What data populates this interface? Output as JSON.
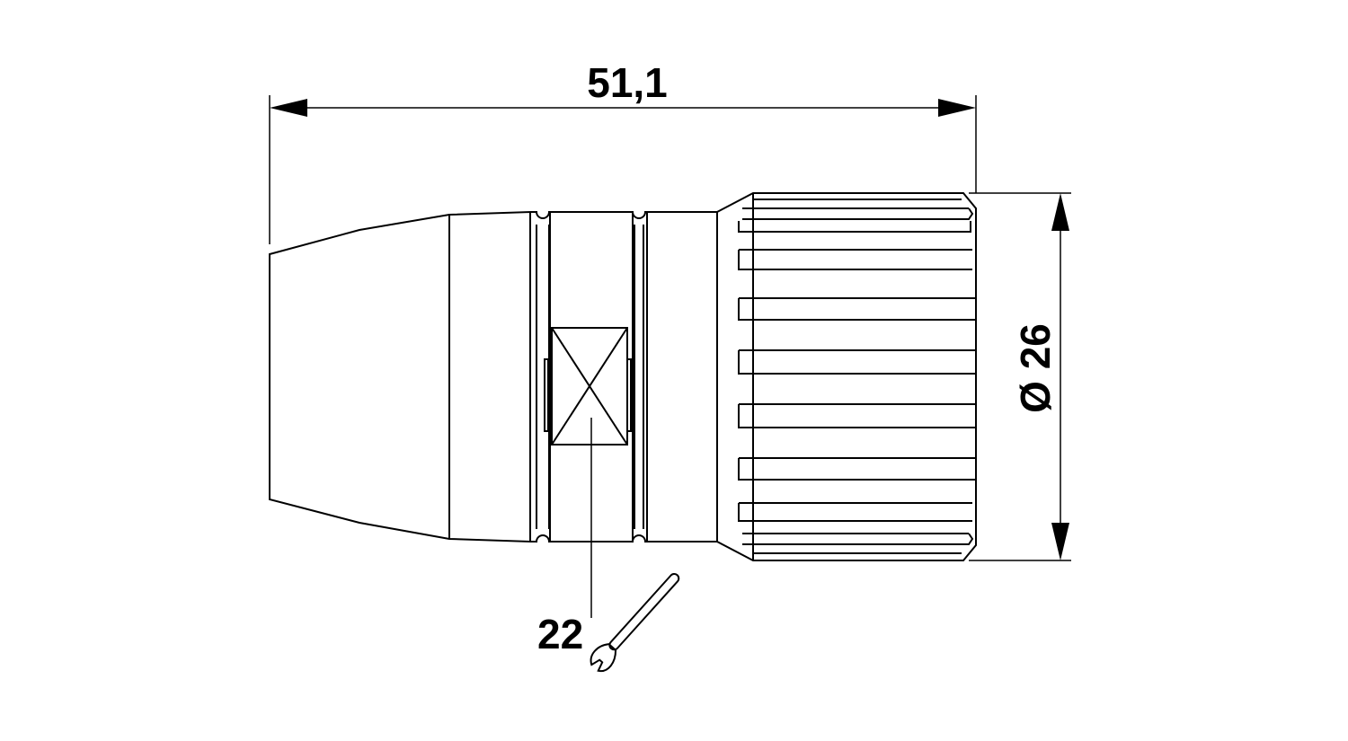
{
  "drawing": {
    "length_label": "51,1",
    "diameter_label": "Ø 26",
    "wrench_size_label": "22"
  },
  "colors": {
    "line": "#000000",
    "background": "#ffffff"
  },
  "icons": {
    "wrench": "open-end-wrench-icon",
    "arrow": "dimension-arrowhead"
  }
}
